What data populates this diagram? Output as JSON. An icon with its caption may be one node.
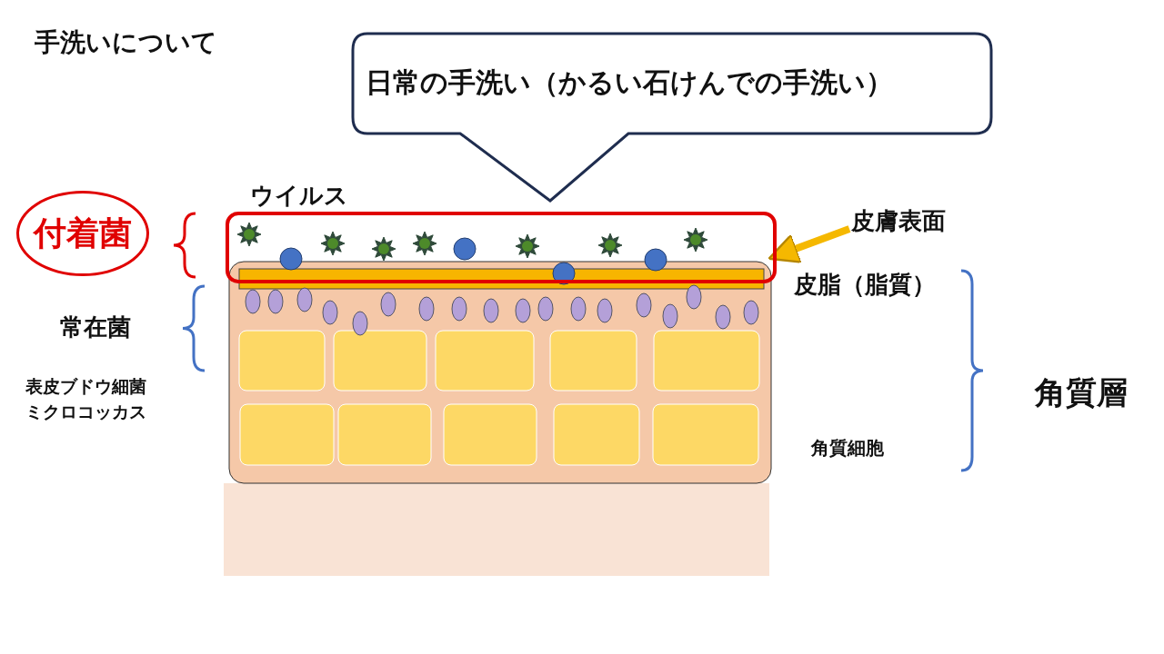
{
  "diagram": {
    "title": "手洗いについて",
    "nodes": [
      {
        "text": [
          "日常の手洗い（かるい石けんでの手洗い）"
        ]
      },
      {
        "text": [
          "付着菌"
        ]
      },
      {
        "text": [],
        "shape": "box"
      },
      {
        "text": [
          "皮膚表面"
        ]
      }
    ],
    "edges": [
      {
        "from": 3,
        "to": 2,
        "arrow": "to"
      }
    ],
    "labels": [
      "ウイルス",
      "皮脂（脂質）",
      "常在菌",
      "表皮ブドウ細菌",
      "ミクロコッカス",
      "角質層",
      "角質細胞"
    ]
  }
}
